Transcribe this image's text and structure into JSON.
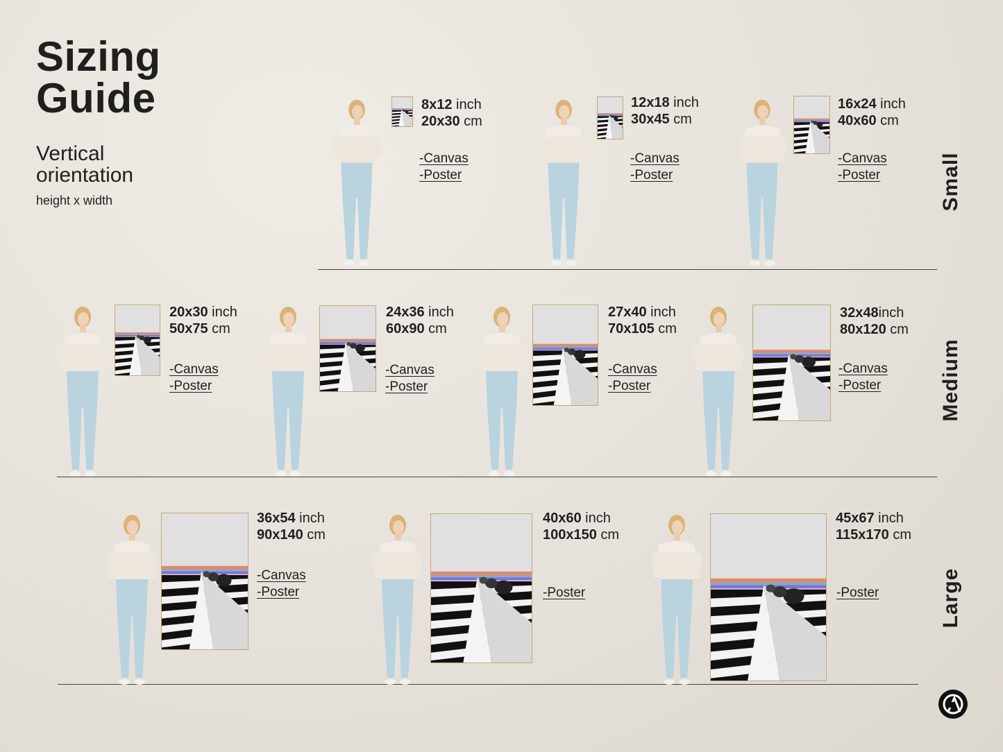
{
  "header": {
    "title_line1": "Sizing",
    "title_line2": "Guide",
    "subtitle_line1": "Vertical",
    "subtitle_line2": "orientation",
    "note": "height x width"
  },
  "sections": {
    "small": "Small",
    "medium": "Medium",
    "large": "Large"
  },
  "sizes": [
    {
      "inch": "8x12",
      "inch_unit": " inch",
      "cm": "20x30",
      "cm_unit": " cm",
      "options": [
        "-Canvas",
        "-Poster"
      ]
    },
    {
      "inch": "12x18",
      "inch_unit": " inch",
      "cm": "30x45",
      "cm_unit": " cm",
      "options": [
        "-Canvas",
        "-Poster"
      ]
    },
    {
      "inch": "16x24",
      "inch_unit": " inch",
      "cm": "40x60",
      "cm_unit": " cm",
      "options": [
        "-Canvas",
        "-Poster"
      ]
    },
    {
      "inch": "20x30",
      "inch_unit": " inch",
      "cm": "50x75",
      "cm_unit": " cm",
      "options": [
        "-Canvas",
        "-Poster"
      ]
    },
    {
      "inch": "24x36",
      "inch_unit": " inch",
      "cm": "60x90",
      "cm_unit": " cm",
      "options": [
        "-Canvas",
        "-Poster"
      ]
    },
    {
      "inch": "27x40",
      "inch_unit": " inch",
      "cm": "70x105",
      "cm_unit": " cm",
      "options": [
        "-Canvas",
        "-Poster"
      ]
    },
    {
      "inch": "32x48",
      "inch_unit": "inch",
      "cm": "80x120",
      "cm_unit": " cm",
      "options": [
        "-Canvas",
        "-Poster"
      ]
    },
    {
      "inch": "36x54",
      "inch_unit": " inch",
      "cm": "90x140",
      "cm_unit": " cm",
      "options": [
        "-Canvas",
        "-Poster"
      ]
    },
    {
      "inch": "40x60",
      "inch_unit": " inch",
      "cm": "100x150",
      "cm_unit": " cm",
      "options": [
        "-Poster"
      ]
    },
    {
      "inch": "45x67",
      "inch_unit": " inch",
      "cm": "115x170",
      "cm_unit": " cm",
      "options": [
        "-Poster"
      ]
    }
  ],
  "colors": {
    "background": "#e6e2db",
    "text": "#1f1f1f",
    "frame": "#c8a37b",
    "jeans": "#b9d3df",
    "shirt": "#f1ece4",
    "hair": "#d8b477"
  },
  "icons": {
    "logo": "ca-logo-icon"
  }
}
